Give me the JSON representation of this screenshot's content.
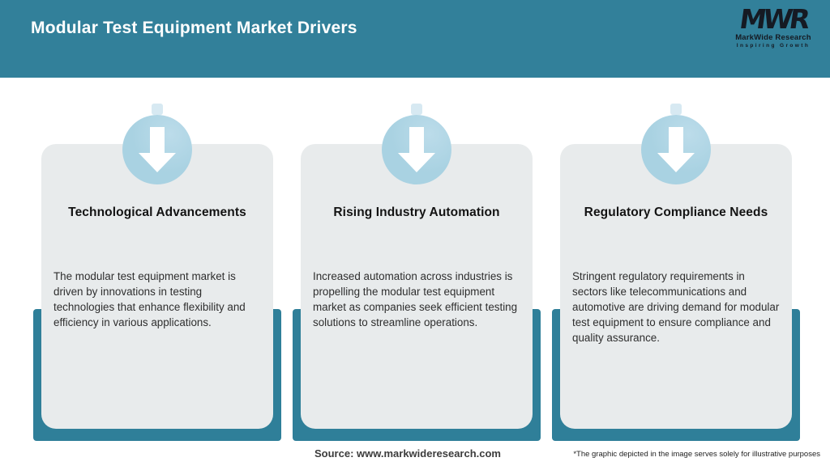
{
  "header": {
    "title": "Modular Test Equipment Market Drivers",
    "logo": {
      "monogram": "MWR",
      "name": "MarkWide Research",
      "tagline": "Inspiring Growth"
    }
  },
  "cards": [
    {
      "icon": "down-arrow-icon",
      "title": "Technological Advancements",
      "body": "The modular test equipment market is driven by innovations in testing technologies that enhance flexibility and efficiency in various applications."
    },
    {
      "icon": "down-arrow-icon",
      "title": "Rising Industry Automation",
      "body": "Increased automation across industries is propelling the modular test equipment market as companies seek efficient testing solutions to streamline operations."
    },
    {
      "icon": "down-arrow-icon",
      "title": "Regulatory Compliance Needs",
      "body": "Stringent regulatory requirements in sectors like telecommunications and automotive are driving demand for modular test equipment to ensure compliance and quality assurance."
    }
  ],
  "footer": {
    "source": "Source: www.markwideresearch.com",
    "disclaimer": "*The graphic depicted in the image serves solely for illustrative purposes"
  },
  "colors": {
    "header_bg": "#32809A",
    "panel_teal": "#2F7F99",
    "card_bg": "#E8EBEC",
    "circle_blue": "#A9D2E2",
    "notch_blue": "#D7E9F2",
    "arrow_white": "#FFFFFF",
    "logo_dark": "#151A23"
  }
}
